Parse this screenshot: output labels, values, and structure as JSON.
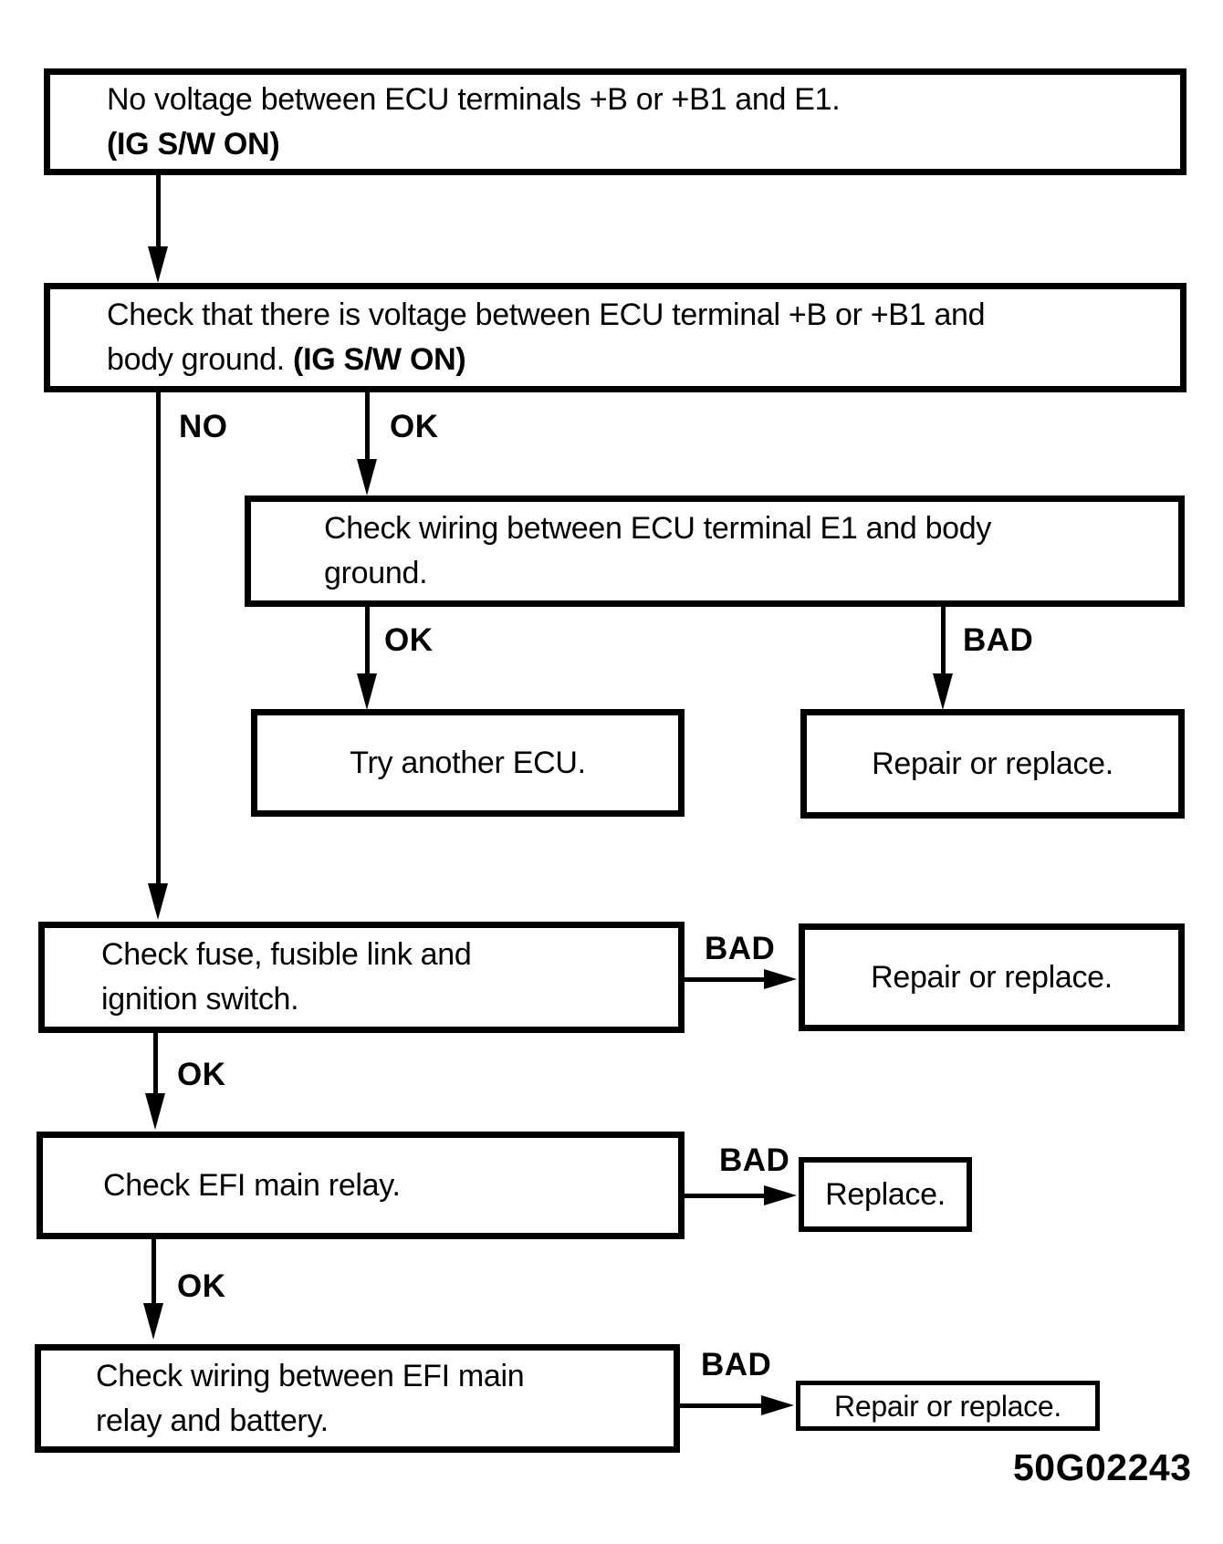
{
  "diagram": {
    "code": "50G02243",
    "nodes": {
      "no_voltage": {
        "line1": "No voltage between ECU terminals +B or +B1 and E1.",
        "line2_bold": "(IG S/W ON)"
      },
      "check_voltage_body_ground": {
        "line1": "Check that there is voltage between ECU terminal +B or +B1 and",
        "line2": "body ground. ",
        "line2_bold": "(IG S/W ON)"
      },
      "check_wiring_e1": {
        "line1": "Check wiring between ECU terminal E1 and body",
        "line2": "ground."
      },
      "try_another_ecu": {
        "text": "Try another ECU."
      },
      "repair_or_replace_1": {
        "text": "Repair or replace."
      },
      "check_fuse": {
        "line1": "Check fuse, fusible link and",
        "line2": "ignition switch."
      },
      "repair_or_replace_2": {
        "text": "Repair or replace."
      },
      "check_efi_relay": {
        "text": "Check EFI main relay."
      },
      "replace": {
        "text": "Replace."
      },
      "check_wiring_relay_battery": {
        "line1": "Check wiring between EFI main",
        "line2": "relay and battery."
      },
      "repair_or_replace_3": {
        "text": "Repair or replace."
      }
    },
    "labels": {
      "no_1": "NO",
      "ok_1": "OK",
      "ok_2": "OK",
      "bad_1": "BAD",
      "bad_2": "BAD",
      "ok_3": "OK",
      "bad_3": "BAD",
      "ok_4": "OK",
      "bad_4": "BAD"
    },
    "colors": {
      "ink": "#000000",
      "paper": "#ffffff"
    }
  }
}
